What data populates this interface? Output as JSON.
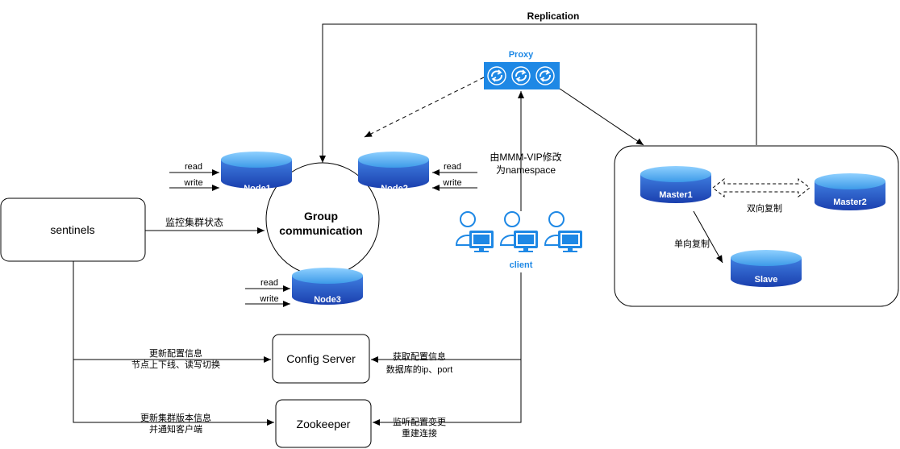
{
  "diagram": {
    "replication_label": "Replication",
    "proxy": {
      "label": "Proxy",
      "icon": "sync-icon",
      "color": "#1e88e5"
    },
    "nodes": [
      {
        "id": "node1",
        "label": "Node1",
        "read": "read",
        "write": "write"
      },
      {
        "id": "node2",
        "label": "Node2",
        "read": "read",
        "write": "write"
      },
      {
        "id": "node3",
        "label": "Node3",
        "read": "read",
        "write": "write"
      }
    ],
    "group": {
      "line1": "Group",
      "line2": "communication"
    },
    "sentinels": {
      "label": "sentinels",
      "monitor_label": "监控集群状态"
    },
    "vip_note": {
      "line1": "由MMM-VIP修改",
      "line2": "为namespace"
    },
    "client": {
      "label": "client",
      "icon": "user-computer-icon"
    },
    "cluster": {
      "master1": "Master1",
      "master2": "Master2",
      "slave": "Slave",
      "bidirectional": "双向复制",
      "unidirectional": "单向复制"
    },
    "config_server": {
      "label": "Config Server",
      "in_line1": "更新配置信息",
      "in_line2": "节点上下线、读写切换",
      "out_line1": "获取配置信息",
      "out_line2": "数据库的ip、port"
    },
    "zookeeper": {
      "label": "Zookeeper",
      "in_line1": "更新集群版本信息",
      "in_line2": "并通知客户端",
      "out_line1": "监听配置变更",
      "out_line2": "重建连接"
    },
    "colors": {
      "disk_top": "#5aaef0",
      "disk_body": "#2358c9",
      "accent": "#1e88e5"
    }
  }
}
